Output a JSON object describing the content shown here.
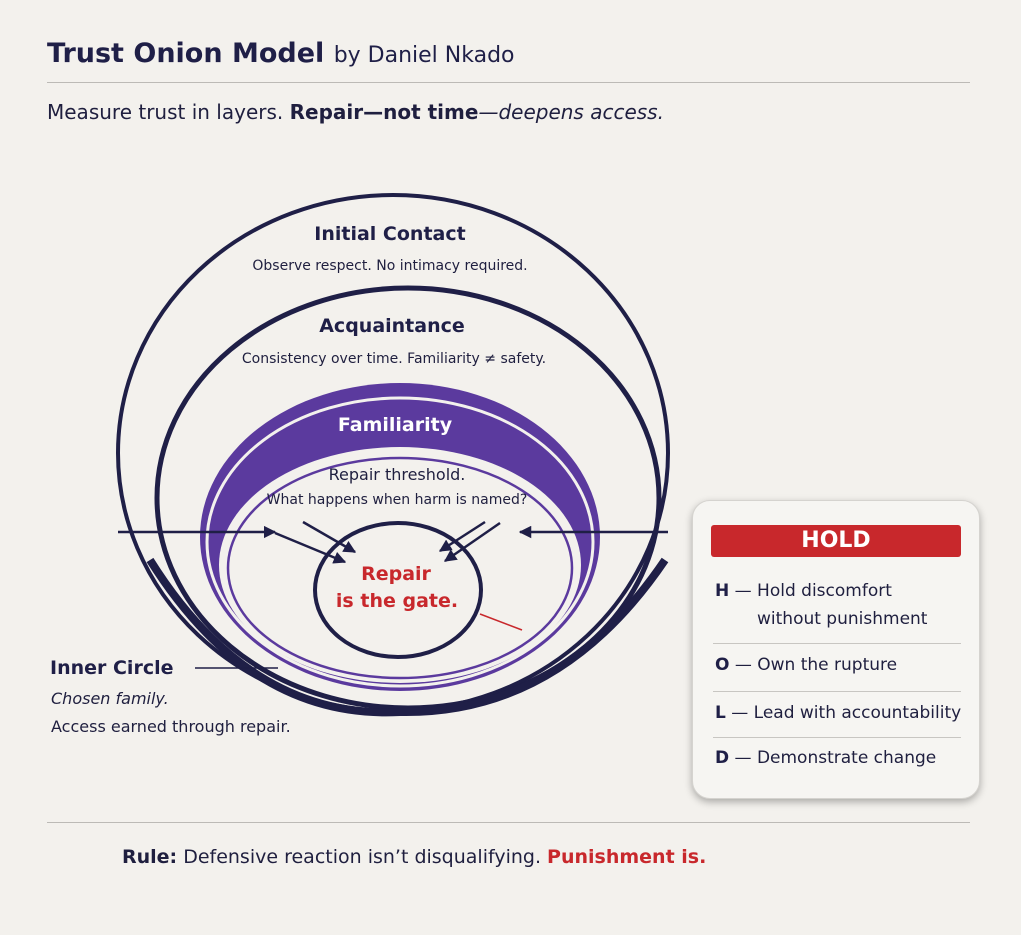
{
  "header": {
    "title": "Trust Onion Model",
    "byline": "by Daniel Nkado"
  },
  "subtitle": {
    "lead": "Measure trust in layers. ",
    "bold": "Repair—not time",
    "italic": "—deepens access."
  },
  "layers": [
    {
      "name": "Initial Contact",
      "desc": "Observe respect. No intimacy required."
    },
    {
      "name": "Acquaintance",
      "desc": "Consistency over time. Familiarity ≠ safety."
    },
    {
      "name": "Familiarity",
      "desc": "Repair threshold.",
      "desc2": "What happens when harm is named?"
    }
  ],
  "core": {
    "line1": "Repair",
    "line2": "is the gate."
  },
  "inner_circle": {
    "name": "Inner Circle",
    "desc1": "Chosen family.",
    "desc2": "Access earned through repair."
  },
  "hold_card": {
    "title": "HOLD",
    "items": [
      {
        "letter": "H",
        "text": "Hold discomfort",
        "text2": "without punishment"
      },
      {
        "letter": "O",
        "text": "Own the rupture"
      },
      {
        "letter": "L",
        "text": "Lead with accountability"
      },
      {
        "letter": "D",
        "text": "Demonstrate change"
      }
    ]
  },
  "footer": {
    "label": "Rule:",
    "text": " Defensive reaction isn’t disqualifying. ",
    "emphasis": "Punishment is."
  },
  "colors": {
    "navy": "#1f1f47",
    "purple": "#5b3a9e",
    "red": "#c8282c",
    "background": "#f3f1ed"
  }
}
